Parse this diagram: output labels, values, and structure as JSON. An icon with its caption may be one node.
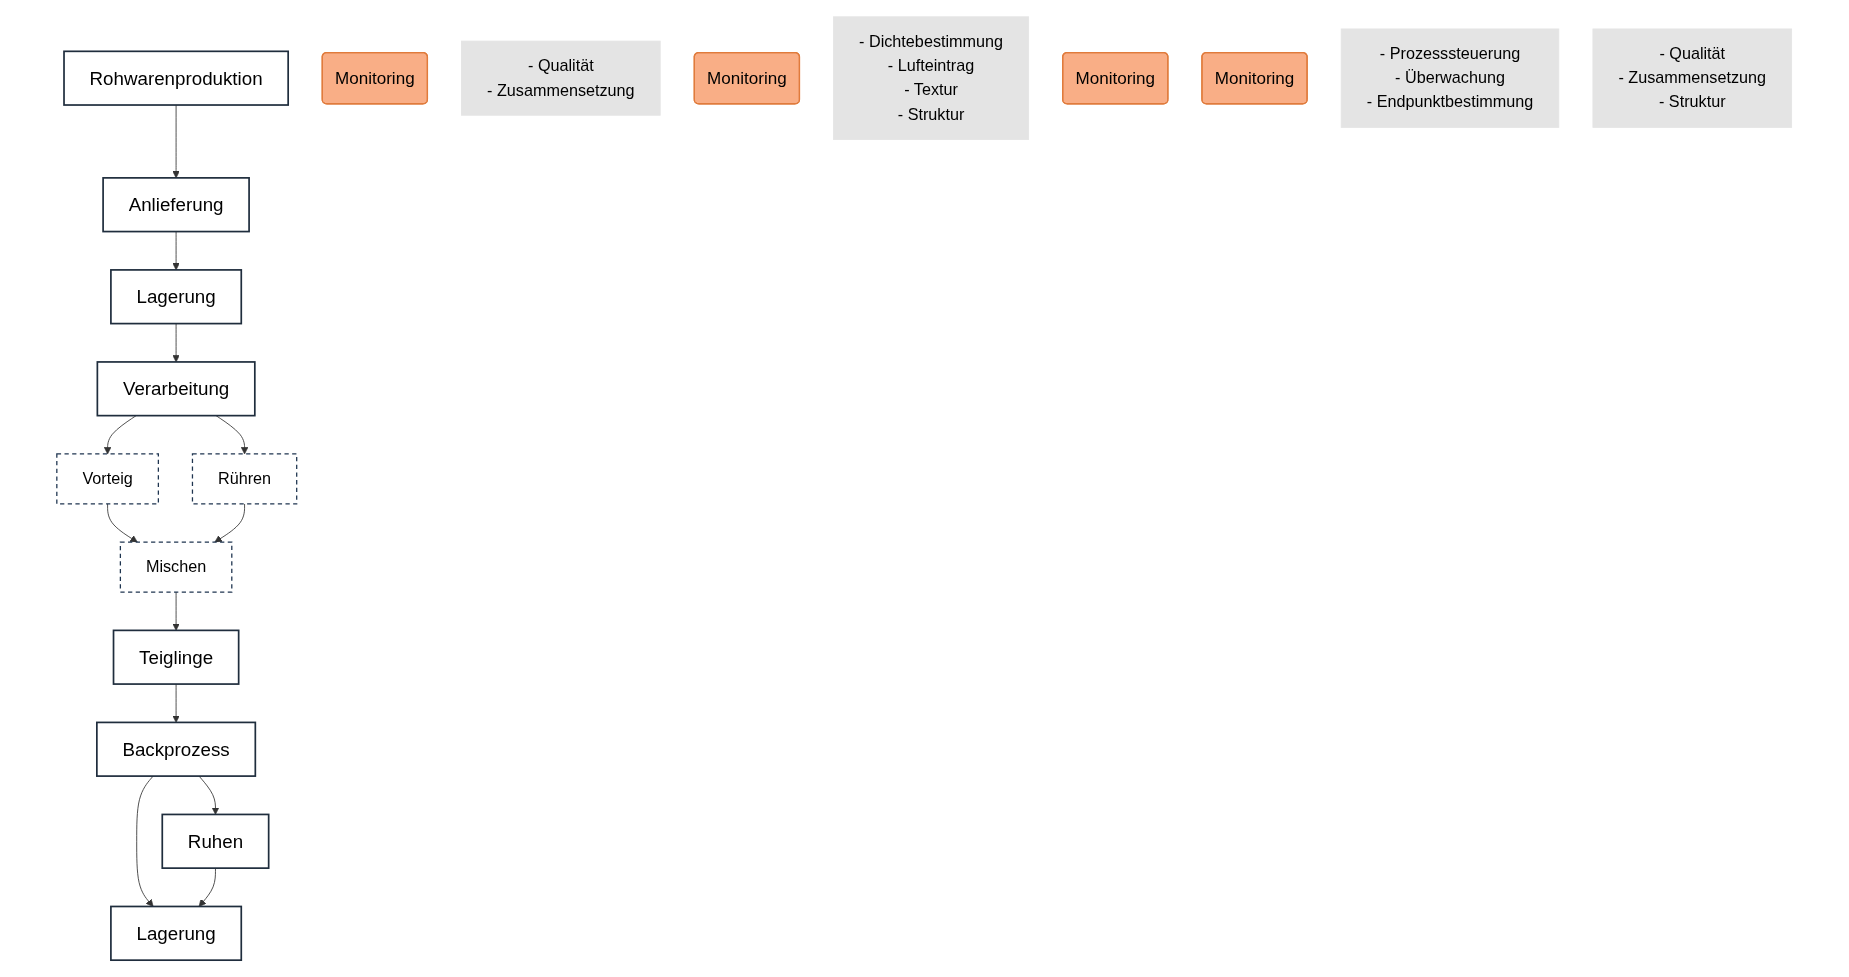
{
  "diagram": {
    "nodes": [
      {
        "text": [
          "Rohwarenproduktion"
        ]
      },
      {
        "text": [
          "Anlieferung"
        ]
      },
      {
        "text": [
          "Lagerung"
        ]
      },
      {
        "text": [
          "Verarbeitung"
        ]
      },
      {
        "text": [
          "Monitoring"
        ]
      },
      {
        "text": [
          "- Qualität",
          "- Zusammensetzung"
        ]
      },
      {
        "text": [
          "Vorteig"
        ]
      },
      {
        "text": [
          "Rühren"
        ]
      },
      {
        "text": [
          "Monitoring"
        ]
      },
      {
        "text": [
          "Mischen"
        ]
      },
      {
        "text": [
          "- Dichtebestimmung",
          "- Lufteintrag",
          "- Textur",
          "- Struktur"
        ]
      },
      {
        "text": [
          "Lagerung"
        ]
      },
      {
        "text": [
          "Monitoring"
        ]
      },
      {
        "text": [
          "Monitoring"
        ]
      },
      {
        "text": [
          "Backprozess"
        ]
      },
      {
        "text": [
          "Teiglinge"
        ]
      },
      {
        "text": [
          "Ruhen"
        ]
      },
      {
        "text": [
          "- Prozesssteuerung",
          "- Überwachung",
          "- Endpunktbestimmung"
        ]
      },
      {
        "text": [
          "- Qualität",
          "- Zusammensetzung",
          "- Struktur"
        ]
      }
    ],
    "edges": [
      {
        "from": 0,
        "to": 1,
        "arrow": "to"
      },
      {
        "from": 1,
        "to": 2,
        "arrow": "to"
      },
      {
        "from": 2,
        "to": 3,
        "arrow": "to"
      },
      {
        "from": 3,
        "to": 6,
        "arrow": "to"
      },
      {
        "from": 3,
        "to": 7,
        "arrow": "to"
      },
      {
        "from": 6,
        "to": 9,
        "arrow": "to"
      },
      {
        "from": 7,
        "to": 9,
        "arrow": "to"
      },
      {
        "from": 9,
        "to": 15,
        "arrow": "to"
      },
      {
        "from": 15,
        "to": 14,
        "arrow": "to"
      },
      {
        "from": 14,
        "to": 11,
        "arrow": "to"
      },
      {
        "from": 14,
        "to": 16,
        "arrow": "to"
      },
      {
        "from": 16,
        "to": 11,
        "arrow": "to"
      }
    ]
  }
}
